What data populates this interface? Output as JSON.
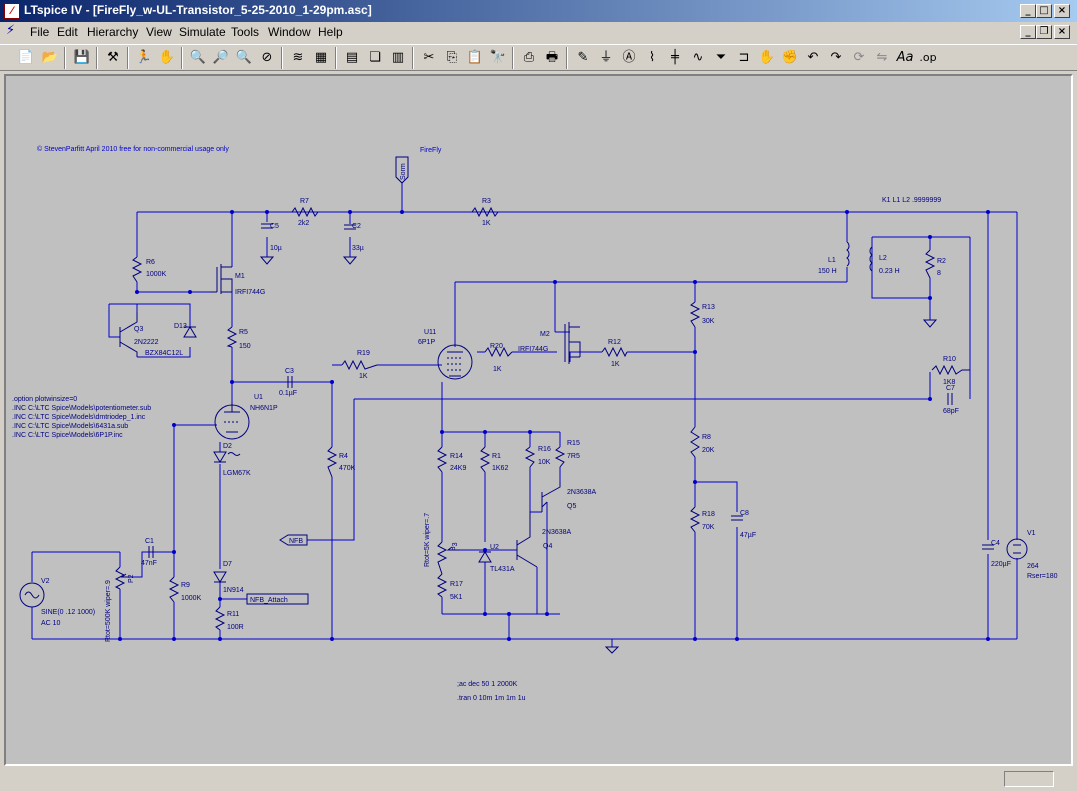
{
  "window": {
    "title": "LTspice IV - [FireFly_w-UL-Transistor_5-25-2010_1-29pm.asc]",
    "app_icon": "ltspice-logo-icon",
    "controls": [
      "minimize-icon",
      "maximize-icon",
      "close-icon"
    ],
    "mdi_controls": [
      "minimize-icon",
      "restore-icon",
      "close-icon"
    ]
  },
  "menu": {
    "items": [
      "File",
      "Edit",
      "Hierarchy",
      "View",
      "Simulate",
      "Tools",
      "Window",
      "Help"
    ]
  },
  "toolbar": {
    "buttons": [
      "new-schematic-icon",
      "open-icon",
      "save-icon",
      "control-panel-icon",
      "run-icon",
      "pan-icon",
      "zoom-in-icon",
      "zoom-area-icon",
      "zoom-out-icon",
      "zoom-cancel-icon",
      "autorange-icon",
      "waveform-icon",
      "tile-horizontal-icon",
      "cascade-icon",
      "tile-vertical-icon",
      "cut-icon",
      "copy-icon",
      "paste-icon",
      "find-icon",
      "print-setup-icon",
      "print-icon",
      "wire-icon",
      "ground-icon",
      "label-icon",
      "resistor-icon",
      "capacitor-icon",
      "inductor-icon",
      "diode-icon",
      "component-icon",
      "move-icon",
      "drag-icon",
      "undo-icon",
      "redo-icon",
      "rotate-icon",
      "mirror-icon",
      "text-icon",
      "spice-directive-icon"
    ],
    "text_labels": {
      "text-icon": "Aa",
      "spice-directive-icon": ".op"
    }
  },
  "schematic": {
    "colors": {
      "wire": "#0000cc",
      "component": "#000080",
      "text": "#000080",
      "background": "#c0c0c0"
    },
    "labels": {
      "copyright": "© StevenParfitt April 2010 free for non-commercial usage only",
      "firefly": "FireFly",
      "sorm": "Sorm",
      "k1": "K1 L1 L2 .9999999",
      "options": ".option plotwinsize=0",
      "inc1": ".INC C:\\LTC Spice\\Models\\potentiometer.sub",
      "inc2": ".INC C:\\LTC Spice\\Models\\dmtriodep_1.inc",
      "inc3": ".INC C:\\LTC Spice\\Models\\6431a.sub",
      "inc4": ".INC C:\\LTC Spice\\Models\\6P1P.inc",
      "ac": ";ac dec 50 1 2000K",
      "tran": ".tran 0 10m 1m 1m 1u",
      "nfb": "NFB",
      "nfb_attach": "NFB_Attach"
    },
    "parts": {
      "r6": {
        "name": "R6",
        "value": "1000K"
      },
      "m1": {
        "name": "M1",
        "value": "IRFI744G"
      },
      "c5": {
        "name": "C5",
        "value": "10µ"
      },
      "r7": {
        "name": "R7",
        "value": "2k2"
      },
      "c2": {
        "name": "C2",
        "value": "33µ"
      },
      "r3": {
        "name": "R3",
        "value": "1K"
      },
      "q3": {
        "name": "Q3",
        "value": "2N2222"
      },
      "d13": {
        "name": "D13",
        "value": "BZX84C12L"
      },
      "r5": {
        "name": "R5",
        "value": "150"
      },
      "u1": {
        "name": "U1",
        "value": "NH6N1P"
      },
      "c3": {
        "name": "C3",
        "value": "0.1µF"
      },
      "r19": {
        "name": "R19",
        "value": "1K"
      },
      "u11": {
        "name": "U11",
        "value": "6P1P"
      },
      "r20": {
        "name": "R20",
        "value": "1K"
      },
      "m2": {
        "name": "M2",
        "value": "IRFI744G"
      },
      "r12": {
        "name": "R12",
        "value": "1K"
      },
      "r13": {
        "name": "R13",
        "value": "30K"
      },
      "l1": {
        "name": "L1",
        "value": "150 H"
      },
      "l2": {
        "name": "L2",
        "value": "0.23 H"
      },
      "r2": {
        "name": "R2",
        "value": "8"
      },
      "r10": {
        "name": "R10",
        "value": "1K8"
      },
      "c7": {
        "name": "C7",
        "value": "68pF"
      },
      "d2": {
        "name": "D2",
        "value": "LGM67K"
      },
      "r4": {
        "name": "R4",
        "value": "470K"
      },
      "r14": {
        "name": "R14",
        "value": "24K9"
      },
      "r1": {
        "name": "R1",
        "value": "1K62"
      },
      "r16": {
        "name": "R16",
        "value": "10K"
      },
      "r15": {
        "name": "R15",
        "value": "7R5"
      },
      "q5": {
        "name": "Q5",
        "value": "2N3638A"
      },
      "q4": {
        "name": "Q4",
        "value": "2N3638A"
      },
      "r8": {
        "name": "R8",
        "value": "20K"
      },
      "r18": {
        "name": "R18",
        "value": "70K"
      },
      "c8": {
        "name": "C8",
        "value": "47µF"
      },
      "c1": {
        "name": "C1",
        "value": "47nF"
      },
      "p2": {
        "name": "P2",
        "value": "Rtot=500K wiper=.9"
      },
      "r9": {
        "name": "R9",
        "value": "1000K"
      },
      "d7": {
        "name": "D7",
        "value": "1N914"
      },
      "r11": {
        "name": "R11",
        "value": "100R"
      },
      "p3": {
        "name": "P3",
        "value": "Rtot=5K wiper=.7"
      },
      "u2": {
        "name": "U2",
        "value": "TL431A"
      },
      "r17": {
        "name": "R17",
        "value": "5K1"
      },
      "v2": {
        "name": "V2",
        "value": "SINE(0 .12 1000)",
        "extra": "AC 10"
      },
      "c4": {
        "name": "C4",
        "value": "220µF"
      },
      "v1": {
        "name": "V1",
        "value": "264",
        "extra": "Rser=180"
      }
    }
  }
}
